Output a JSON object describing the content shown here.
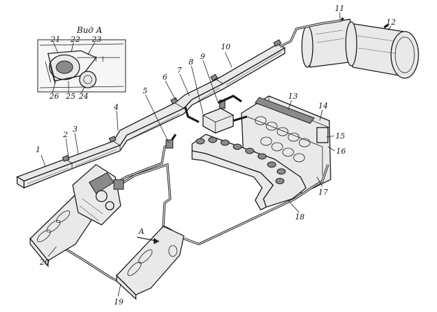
{
  "inset": {
    "title": "Вид А",
    "labels": [
      "21",
      "22",
      "23",
      "24",
      "25",
      "26"
    ]
  },
  "callouts": [
    "1",
    "2",
    "3",
    "4",
    "5",
    "6",
    "7",
    "8",
    "9",
    "10",
    "11",
    "12",
    "13",
    "14",
    "15",
    "16",
    "17",
    "18",
    "19",
    "20"
  ],
  "arrow_label": "А",
  "colors": {
    "ink": "#1a1a1a",
    "paper": "#ffffff"
  }
}
